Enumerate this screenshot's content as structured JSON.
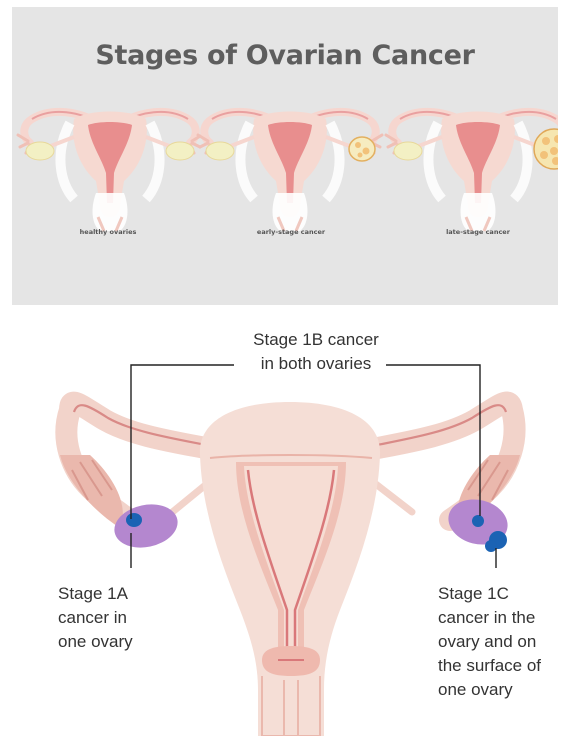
{
  "top_panel": {
    "title": "Stages of Ovarian Cancer",
    "captions": [
      "healthy ovaries",
      "early-stage cancer",
      "late-stage cancer"
    ]
  },
  "bottom_panel": {
    "label_1b": [
      "Stage 1B cancer",
      "in both ovaries"
    ],
    "label_1a": [
      "Stage 1A",
      "cancer in",
      "one ovary"
    ],
    "label_1c": [
      "Stage 1C",
      "cancer in the",
      "ovary and on",
      "the surface of",
      "one ovary"
    ]
  },
  "colors": {
    "panel_bg": "#e5e5e5",
    "tissue": "#f3d6cd",
    "tissue_dark": "#e08c8c",
    "ovary": "#b487cf",
    "tumor": "#1b63b4"
  }
}
